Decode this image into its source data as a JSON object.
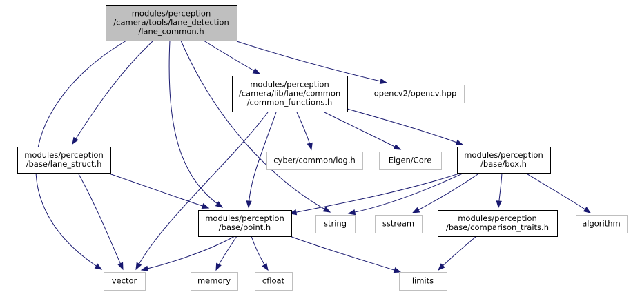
{
  "colors": {
    "edge": "#191970",
    "highlight_fill": "#bfbfbf",
    "included_border": "#000000",
    "external_border": "#bfbfbf",
    "text": "#000000"
  },
  "nodes": [
    {
      "id": "lane_common",
      "kind": "highlight",
      "lines": [
        "modules/perception",
        "/camera/tools/lane_detection",
        "/lane_common.h"
      ]
    },
    {
      "id": "common_functions",
      "kind": "file",
      "lines": [
        "modules/perception",
        "/camera/lib/lane/common",
        "/common_functions.h"
      ]
    },
    {
      "id": "opencv",
      "kind": "external",
      "lines": [
        "opencv2/opencv.hpp"
      ]
    },
    {
      "id": "lane_struct",
      "kind": "file",
      "lines": [
        "modules/perception",
        "/base/lane_struct.h"
      ]
    },
    {
      "id": "log",
      "kind": "external",
      "lines": [
        "cyber/common/log.h"
      ]
    },
    {
      "id": "eigen",
      "kind": "external",
      "lines": [
        "Eigen/Core"
      ]
    },
    {
      "id": "box",
      "kind": "file",
      "lines": [
        "modules/perception",
        "/base/box.h"
      ]
    },
    {
      "id": "point",
      "kind": "file",
      "lines": [
        "modules/perception",
        "/base/point.h"
      ]
    },
    {
      "id": "string",
      "kind": "external",
      "lines": [
        "string"
      ]
    },
    {
      "id": "sstream",
      "kind": "external",
      "lines": [
        "sstream"
      ]
    },
    {
      "id": "comparison_traits",
      "kind": "file",
      "lines": [
        "modules/perception",
        "/base/comparison_traits.h"
      ]
    },
    {
      "id": "algorithm",
      "kind": "external",
      "lines": [
        "algorithm"
      ]
    },
    {
      "id": "vector",
      "kind": "external",
      "lines": [
        "vector"
      ]
    },
    {
      "id": "memory",
      "kind": "external",
      "lines": [
        "memory"
      ]
    },
    {
      "id": "cfloat",
      "kind": "external",
      "lines": [
        "cfloat"
      ]
    },
    {
      "id": "limits",
      "kind": "external",
      "lines": [
        "limits"
      ]
    }
  ],
  "edges": [
    [
      "lane_common",
      "vector"
    ],
    [
      "lane_common",
      "lane_struct"
    ],
    [
      "lane_common",
      "point"
    ],
    [
      "lane_common",
      "string"
    ],
    [
      "lane_common",
      "common_functions"
    ],
    [
      "lane_common",
      "opencv"
    ],
    [
      "common_functions",
      "vector"
    ],
    [
      "common_functions",
      "point"
    ],
    [
      "common_functions",
      "log"
    ],
    [
      "common_functions",
      "eigen"
    ],
    [
      "common_functions",
      "box"
    ],
    [
      "lane_struct",
      "vector"
    ],
    [
      "lane_struct",
      "point"
    ],
    [
      "box",
      "point"
    ],
    [
      "box",
      "string"
    ],
    [
      "box",
      "sstream"
    ],
    [
      "box",
      "comparison_traits"
    ],
    [
      "box",
      "algorithm"
    ],
    [
      "point",
      "vector"
    ],
    [
      "point",
      "memory"
    ],
    [
      "point",
      "cfloat"
    ],
    [
      "point",
      "limits"
    ],
    [
      "comparison_traits",
      "limits"
    ]
  ]
}
